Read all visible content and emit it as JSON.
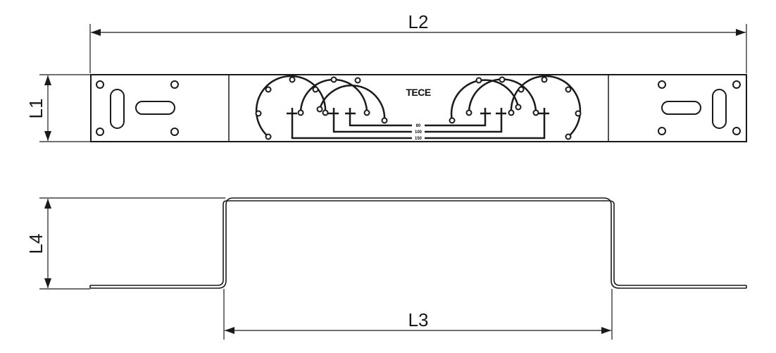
{
  "diagram": {
    "type": "technical-drawing",
    "subject": "mounting bracket (top view and side view)",
    "colors": {
      "line": "#1a1a1a",
      "background": "#ffffff"
    },
    "top_view": {
      "logo": "TECE",
      "spacing_labels": [
        "80",
        "100",
        "150"
      ],
      "dimensions": {
        "length_label": "L2",
        "width_label": "L1"
      }
    },
    "side_view": {
      "dimensions": {
        "span_label": "L3",
        "height_label": "L4"
      }
    }
  }
}
